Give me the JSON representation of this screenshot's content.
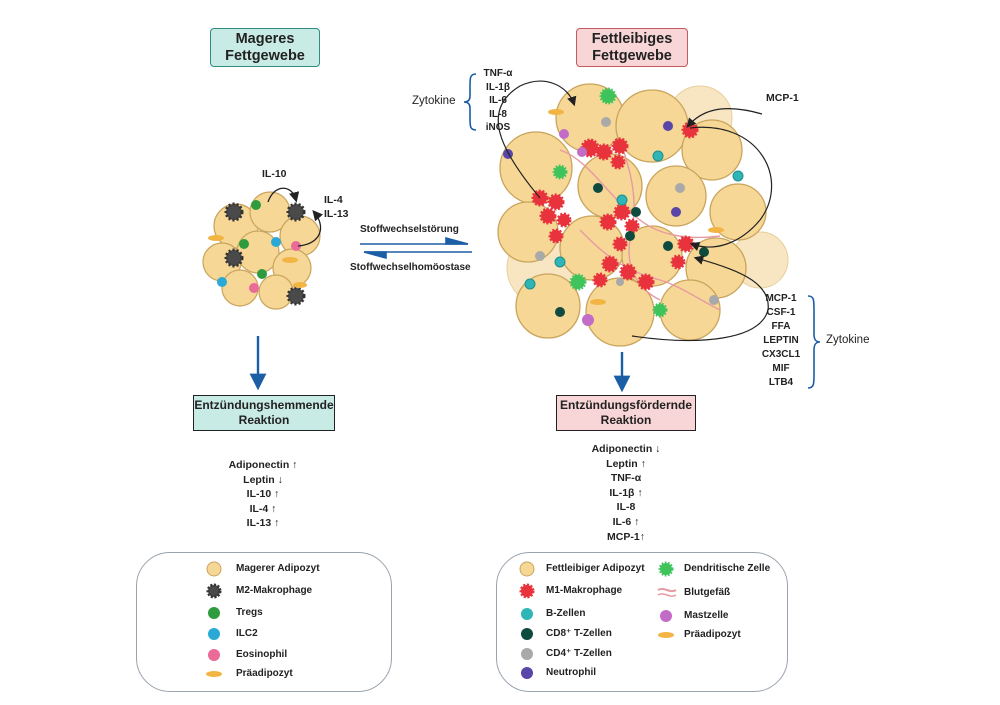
{
  "lean": {
    "title_line1": "Mageres",
    "title_line2": "Fettgewebe",
    "il10": "IL-10",
    "il4": "IL-4",
    "il13": "IL-13",
    "response_line1": "Entzündungshemmende",
    "response_line2": "Reaktion",
    "markers": [
      "Adiponectin ↑",
      "Leptin ↓",
      "IL-10 ↑",
      "IL-4 ↑",
      "IL-13 ↑"
    ]
  },
  "obese": {
    "title_line1": "Fettleibiges",
    "title_line2": "Fettgewebe",
    "cytokines_top_label": "Zytokine",
    "cytokines_top": [
      "TNF-α",
      "IL-1β",
      "IL-6",
      "IL-8",
      "iNOS"
    ],
    "mcp1": "MCP-1",
    "cytokines_right_label": "Zytokine",
    "cytokines_right": [
      "MCP-1",
      "CSF-1",
      "FFA",
      "LEPTIN",
      "CX3CL1",
      "MIF",
      "LTB4"
    ],
    "response_line1": "Entzündungsfördernde",
    "response_line2": "Reaktion",
    "markers": [
      "Adiponectin ↓",
      "Leptin ↑",
      "TNF-α",
      "IL-1β ↑",
      "IL-8",
      "IL-6 ↑",
      "MCP-1↑"
    ]
  },
  "transition": {
    "to_obese": "Stoffwechselstörung",
    "to_lean": "Stoffwechselhomöostase"
  },
  "legend_lean": [
    {
      "label": "Magerer Adipozyt",
      "icon": "adipocyte-icon"
    },
    {
      "label": "M2-Makrophage",
      "icon": "m2-macrophage-icon"
    },
    {
      "label": "Tregs",
      "icon": "treg-icon"
    },
    {
      "label": "ILC2",
      "icon": "ilc2-icon"
    },
    {
      "label": "Eosinophil",
      "icon": "eosinophil-icon"
    },
    {
      "label": "Präadipozyt",
      "icon": "preadipocyte-icon"
    }
  ],
  "legend_obese_col1": [
    {
      "label": "Fettleibiger Adipozyt",
      "icon": "adipocyte-icon"
    },
    {
      "label": "M1-Makrophage",
      "icon": "m1-macrophage-icon"
    },
    {
      "label": "B-Zellen",
      "icon": "b-cell-icon"
    },
    {
      "label": "CD8⁺ T-Zellen",
      "icon": "cd8-t-cell-icon"
    },
    {
      "label": "CD4⁺ T-Zellen",
      "icon": "cd4-t-cell-icon"
    },
    {
      "label": "Neutrophil",
      "icon": "neutrophil-icon"
    }
  ],
  "legend_obese_col2": [
    {
      "label": "Dendritische Zelle",
      "icon": "dendritic-cell-icon"
    },
    {
      "label": "Blutgefäß",
      "icon": "blood-vessel-icon"
    },
    {
      "label": "Mastzelle",
      "icon": "mast-cell-icon"
    },
    {
      "label": "Präadipozyt",
      "icon": "preadipocyte-icon"
    }
  ],
  "colors": {
    "teal_box": "#c9ebe6",
    "pink_box": "#f8d5d6",
    "adipocyte": "#f6d796",
    "m1": "#e8333d",
    "m2": "#4a4a4a",
    "arrow_blue": "#1b5ea6"
  }
}
